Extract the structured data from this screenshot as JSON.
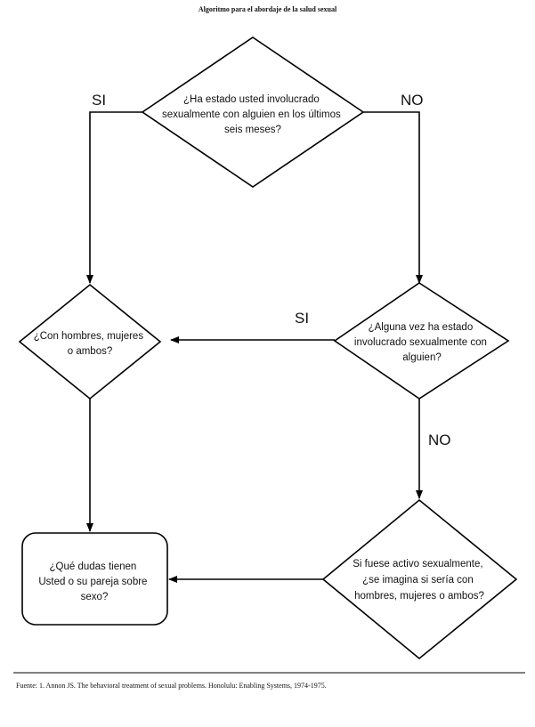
{
  "title": "Algoritmo para el abordaje de la salud sexual",
  "nodes": {
    "q1": [
      "¿Ha estado usted involucrado",
      "sexualmente con alguien en los últimos",
      "seis meses?"
    ],
    "q2": [
      "¿Con hombres, mujeres",
      "o ambos?"
    ],
    "q3": [
      "¿Alguna vez ha estado",
      "involucrado sexualmente con",
      "alguien?"
    ],
    "q4": [
      "Si fuese activo sexualmente,",
      "¿se imagina si sería con",
      "hombres, mujeres o ambos?"
    ],
    "q5": [
      "¿Qué dudas tienen",
      "Usted o su pareja sobre",
      "sexo?"
    ]
  },
  "edge_labels": {
    "q1_yes": "SI",
    "q1_no": "NO",
    "q3_yes": "SI",
    "q3_no": "NO"
  },
  "footer": "Fuente: 1. Annon JS. The behavioral treatment of sexual problems. Honolulu: Enabling Systems, 1974-1975."
}
